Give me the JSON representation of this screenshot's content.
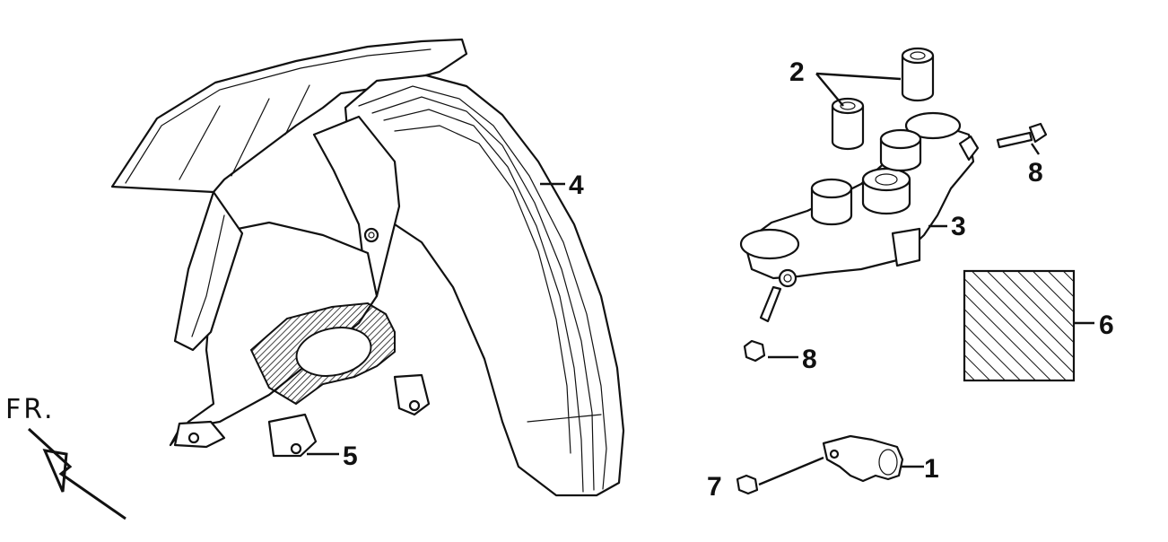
{
  "callouts": {
    "c1": "1",
    "c2": "2",
    "c3": "3",
    "c4": "4",
    "c5": "5",
    "c6": "6",
    "c7": "7",
    "c8a": "8",
    "c8b": "8"
  },
  "direction_label": "FR."
}
